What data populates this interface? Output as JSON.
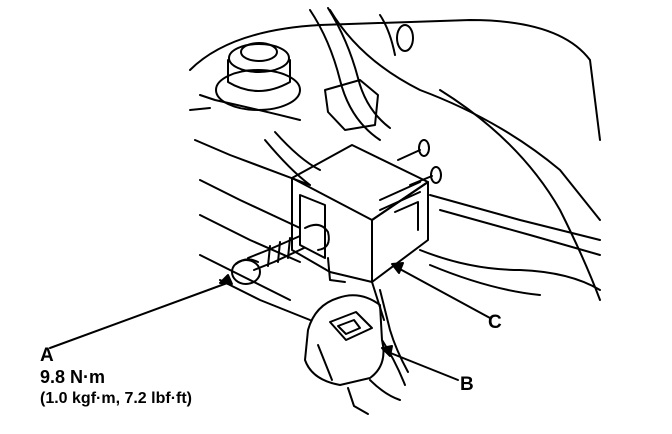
{
  "callouts": {
    "a": {
      "letter": "A",
      "torque_nm": "9.8 N·m",
      "torque_alt": "(1.0 kgf·m, 7.2 lbf·ft)"
    },
    "b": {
      "letter": "B"
    },
    "c": {
      "letter": "C"
    }
  },
  "colors": {
    "line": "#000000",
    "background": "#ffffff"
  }
}
